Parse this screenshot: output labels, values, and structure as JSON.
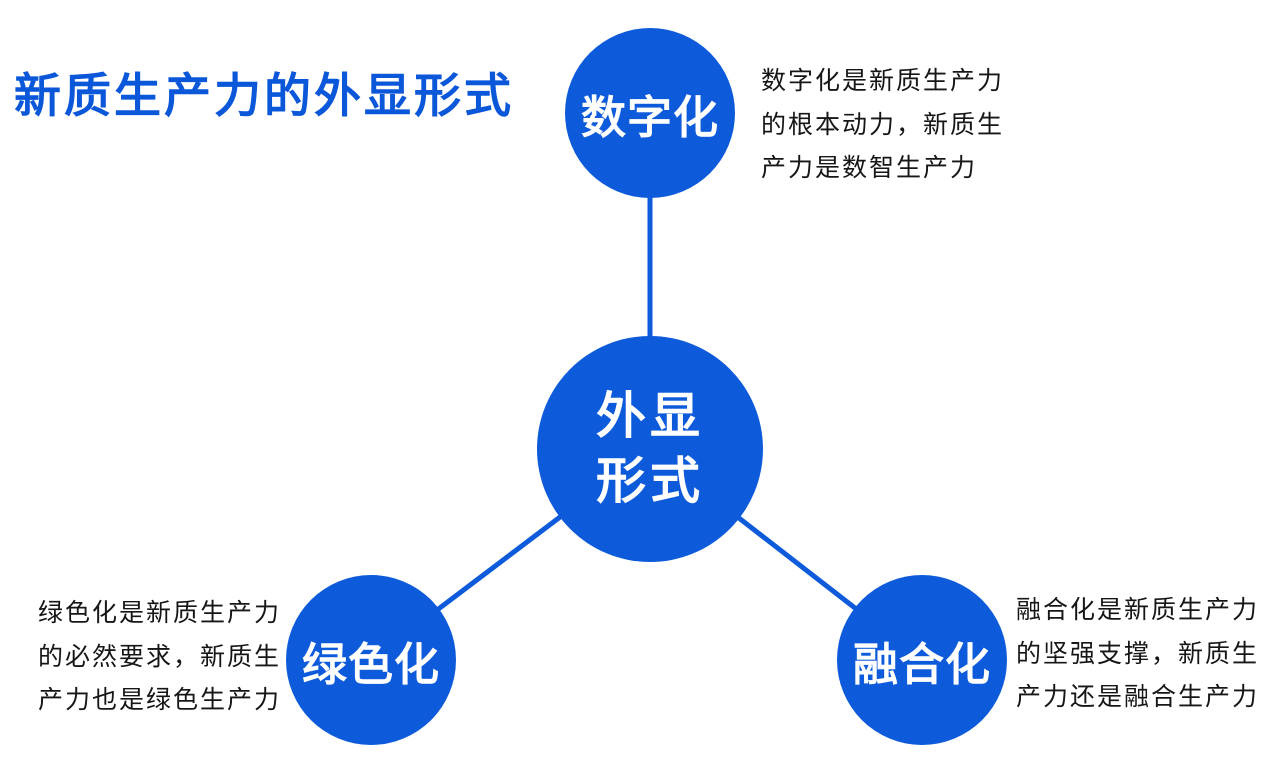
{
  "colors": {
    "primary_blue": "#0d5bdb",
    "title_blue": "#0b57da",
    "text_dark": "#161616",
    "circle_text": "#ffffff",
    "background": "#ffffff"
  },
  "title": "新质生产力的外显形式",
  "hub": {
    "label_line1": "外显",
    "label_line2": "形式"
  },
  "nodes": [
    {
      "id": "digital",
      "label": "数字化",
      "desc_lines": [
        "数字化是新质生产力",
        "的根本动力，新质生",
        "产力是数智生产力"
      ]
    },
    {
      "id": "green",
      "label": "绿色化",
      "desc_lines": [
        "绿色化是新质生产力",
        "的必然要求，新质生",
        "产力也是绿色生产力"
      ]
    },
    {
      "id": "fusion",
      "label": "融合化",
      "desc_lines": [
        "融合化是新质生产力",
        "的坚强支撑，新质生",
        "产力还是融合生产力"
      ]
    }
  ]
}
